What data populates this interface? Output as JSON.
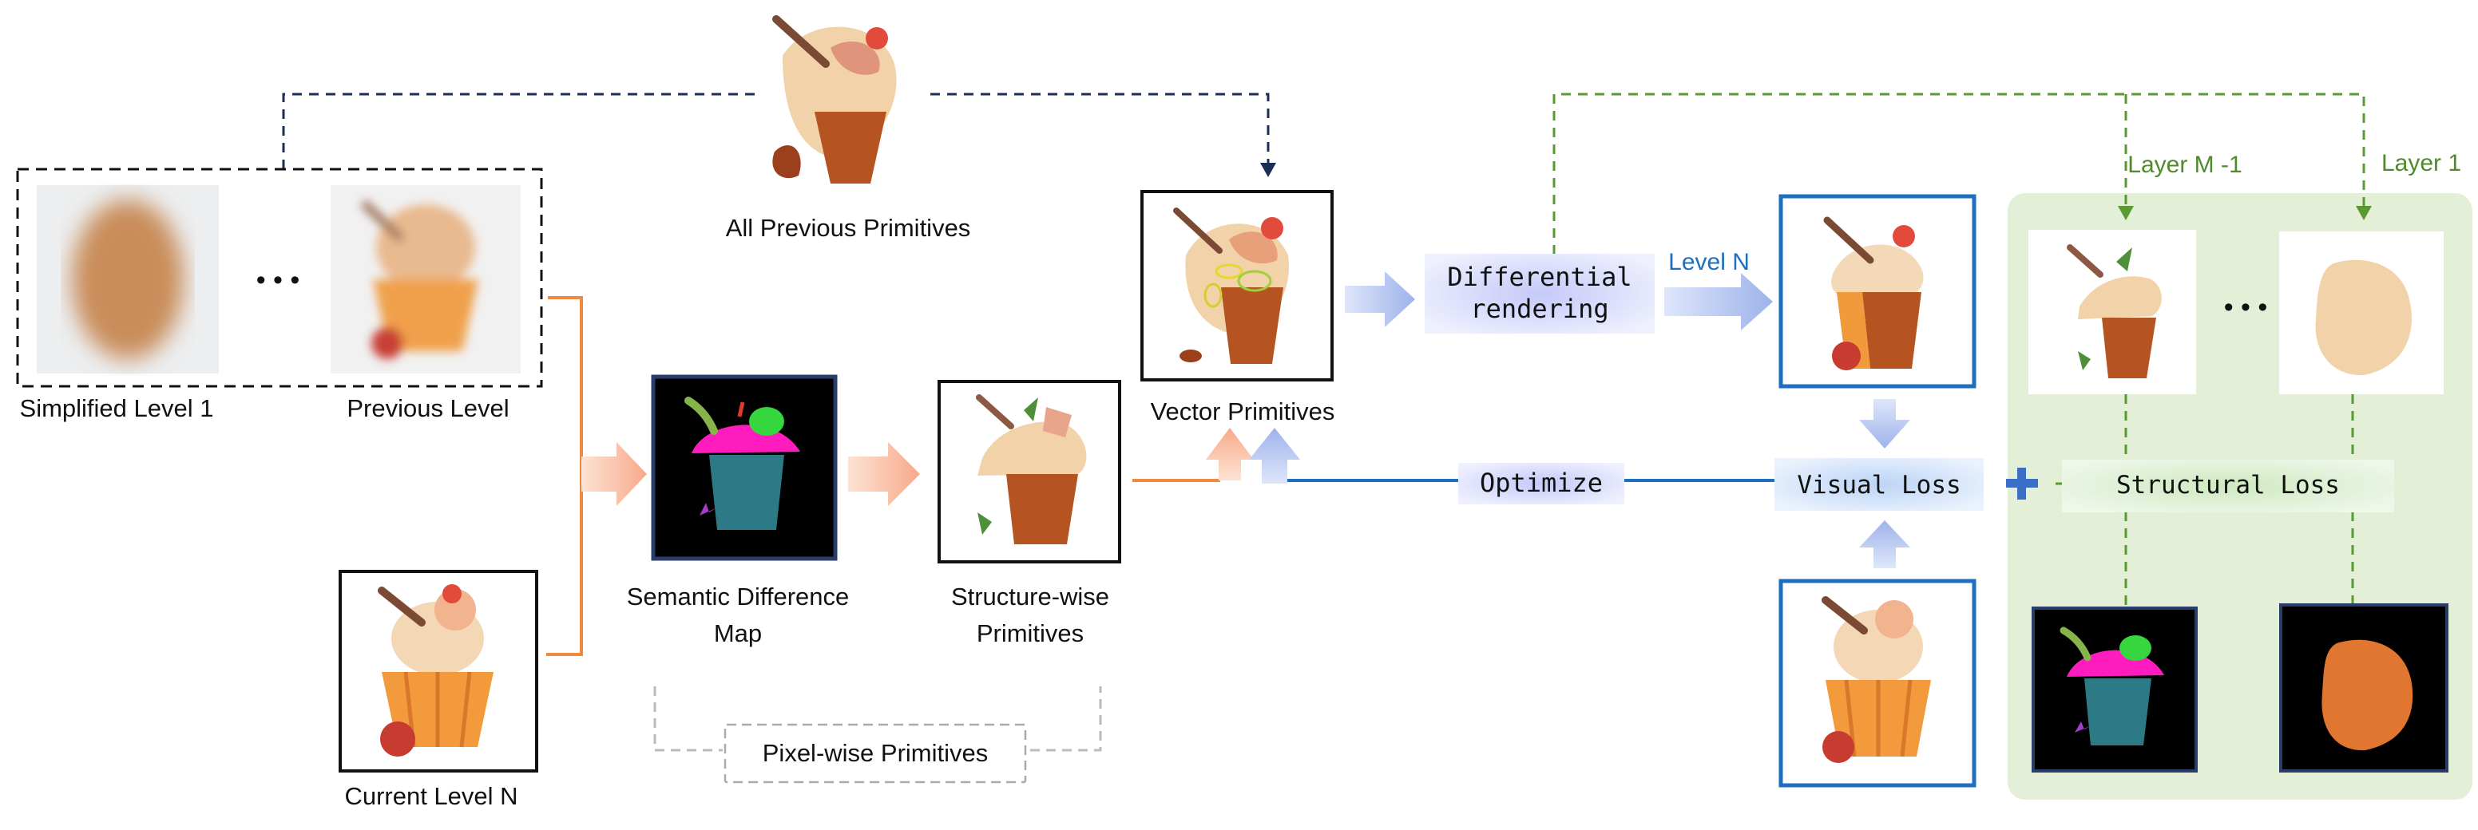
{
  "labels": {
    "all_previous": "All Previous Primitives",
    "simplified_level": "Simplified Level 1",
    "previous_level": "Previous Level",
    "current_level": "Current Level N",
    "semantic_line1": "Semantic Difference",
    "semantic_line2": "Map",
    "structure_line1": "Structure-wise",
    "structure_line2": "Primitives",
    "pixel_wise": "Pixel-wise Primitives",
    "vector_primitives": "Vector Primitives",
    "diff_line1": "Differential",
    "diff_line2": "rendering",
    "level_n": "Level N",
    "optimize": "Optimize",
    "visual_loss": "Visual Loss",
    "structural_loss": "Structural Loss",
    "layer_m": "Layer M -1",
    "layer_1": "Layer 1",
    "ellipsis": "• • •"
  },
  "colors": {
    "orange_line": "#f08a3c",
    "blue_line": "#1e6fc0",
    "green_dash": "#5a9a30",
    "navy_dash": "#1c2e55",
    "panel_green": "#e3efd6",
    "cream": "#f2d2a8",
    "brown": "#b55420",
    "magenta": "#ff1cbf",
    "teal": "#2c7a86",
    "lime": "#35d63e"
  },
  "icons": [
    "cupcake-icon",
    "plus-icon",
    "arrow-icon"
  ]
}
